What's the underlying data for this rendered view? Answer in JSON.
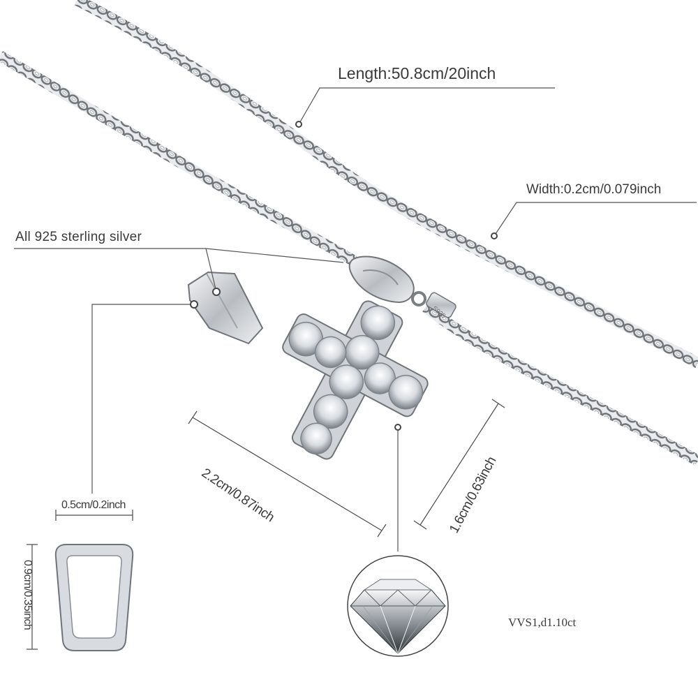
{
  "labels": {
    "length": "Length:50.8cm/20inch",
    "width": "Width:0.2cm/0.079inch",
    "material": "All 925 sterling silver",
    "cross_width": "2.2cm/0.87inch",
    "cross_height": "1.6cm/0.63inch",
    "bail_width": "0.5cm/0.2inch",
    "bail_height": "0.9cm/0.35inch",
    "stone_grade": "VVS1,d1.10ct"
  },
  "stamps": {
    "chain_mark": "S925"
  },
  "colors": {
    "background": "#ffffff",
    "silver_dark": "#6f7479",
    "silver_mid": "#a9adb2",
    "silver_light": "#e9ebee",
    "callout_line": "#555555",
    "text": "#3a3a3a"
  },
  "icons": {
    "diamond": "round-brilliant-diamond-icon",
    "dot": "callout-dot-icon"
  }
}
